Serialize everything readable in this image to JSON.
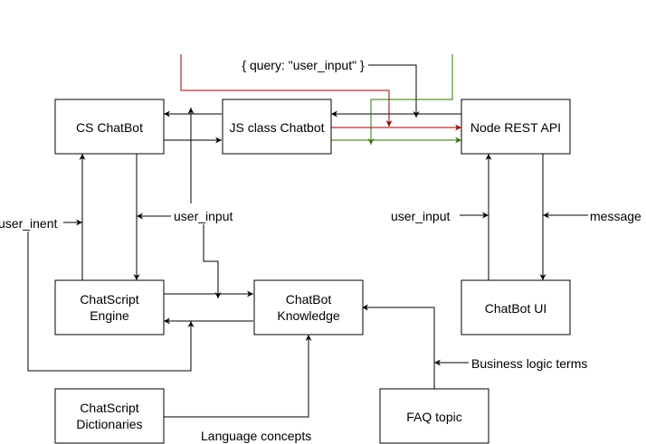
{
  "colors": {
    "line": "#000000",
    "red": "#990000",
    "green": "#2d7600"
  },
  "nodes": {
    "cs_chatbot": "CS ChatBot",
    "js_class_chatbot": "JS class Chatbot",
    "node_rest_api": "Node REST API",
    "chatscript_engine": [
      "ChatScript",
      "Engine"
    ],
    "chatbot_knowledge": [
      "ChatBot",
      "Knowledge"
    ],
    "chatbot_ui": "ChatBot UI",
    "chatscript_dictionaries": [
      "ChatScript",
      "Dictionaries"
    ],
    "faq_topic": "FAQ topic"
  },
  "labels": {
    "query": "{ query: \"user_input\" }",
    "user_input_left": "user_input",
    "user_intent": "user_inent",
    "user_input_right": "user_input",
    "message": "message",
    "business_logic_terms": "Business logic terms",
    "language_concepts": "Language concepts"
  }
}
